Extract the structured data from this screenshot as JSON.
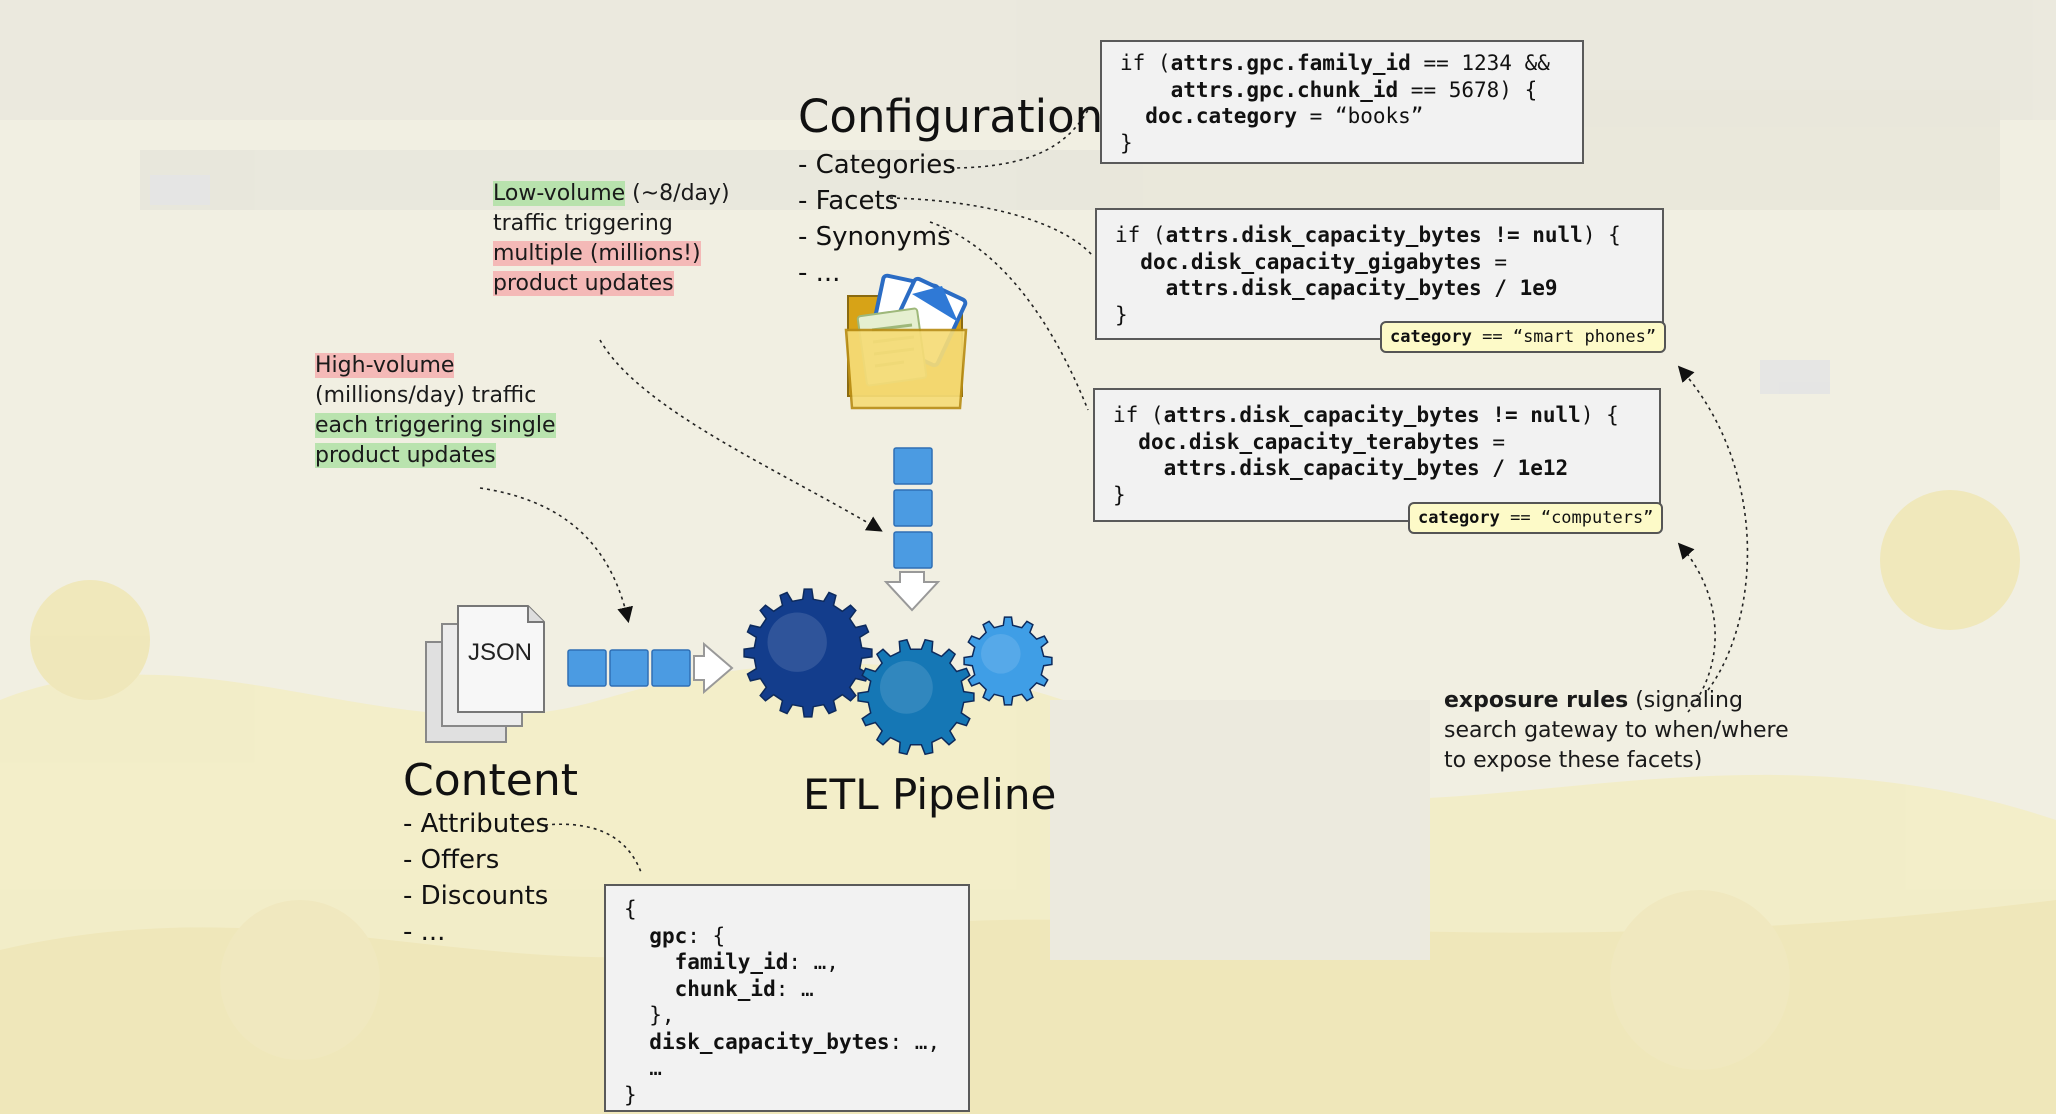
{
  "configuration": {
    "title": "Configuration",
    "items": [
      "Categories",
      "Facets",
      "Synonyms",
      "..."
    ]
  },
  "content": {
    "title": "Content",
    "items": [
      "Attributes",
      "Offers",
      "Discounts",
      "..."
    ]
  },
  "pipeline": {
    "title": "ETL Pipeline"
  },
  "json_icon": {
    "label": "JSON"
  },
  "low_volume_note": {
    "line1_a": "Low-volume",
    "line1_b": " (~8/day)",
    "line2": "traffic triggering",
    "line3": "multiple (millions!)",
    "line4": "product updates"
  },
  "high_volume_note": {
    "line1": "High-volume",
    "line2": "(millions/day) traffic",
    "line3": "each triggering single",
    "line4": "product updates"
  },
  "exposure_note": {
    "bold": "exposure rules",
    "line1_rest": " (signaling",
    "line2": "search gateway to when/where",
    "line3": "to expose these facets)"
  },
  "code_categories": {
    "l1_a": "if (",
    "l1_b": "attrs.gpc.family_id",
    "l1_c": " == 1234 &&",
    "l2_a": "    ",
    "l2_b": "attrs.gpc.chunk_id",
    "l2_c": " == 5678) {",
    "l3_a": "  ",
    "l3_b": "doc.category",
    "l3_c": " = “books”",
    "l4": "}"
  },
  "code_gigabytes": {
    "l1_a": "if (",
    "l1_b": "attrs.disk_capacity_bytes != null",
    "l1_c": ") {",
    "l2_a": "  ",
    "l2_b": "doc.disk_capacity_gigabytes",
    "l2_c": " =",
    "l3_a": "    ",
    "l3_b": "attrs.disk_capacity_bytes / 1e9",
    "l4": "}"
  },
  "code_terabytes": {
    "l1_a": "if (",
    "l1_b": "attrs.disk_capacity_bytes != null",
    "l1_c": ") {",
    "l2_a": "  ",
    "l2_b": "doc.disk_capacity_terabytes",
    "l2_c": " =",
    "l3_a": "    ",
    "l3_b": "attrs.disk_capacity_bytes / 1e12",
    "l4": "}"
  },
  "tag_smartphones": {
    "key": "category",
    "rest": " == “smart phones”"
  },
  "tag_computers": {
    "key": "category",
    "rest": " == “computers”"
  },
  "code_json": {
    "l1": "{",
    "l2_a": "  ",
    "l2_b": "gpc",
    "l2_c": ": {",
    "l3_a": "    ",
    "l3_b": "family_id",
    "l3_c": ": …,",
    "l4_a": "    ",
    "l4_b": "chunk_id",
    "l4_c": ": …",
    "l5": "  },",
    "l6_a": "  ",
    "l6_b": "disk_capacity_bytes",
    "l6_c": ": …,",
    "l7": "  …",
    "l8": "}"
  },
  "colors": {
    "gear_dark": "#133d8c",
    "gear_mid": "#1577b5",
    "gear_light": "#3f9ee6",
    "block_blue": "#4b9be2",
    "tag_bg": "#fdfac8",
    "code_bg": "#f2f2f2",
    "highlight_green": "#afe1a5",
    "highlight_red": "#f5afaf"
  },
  "icons": [
    "folder-icon",
    "json-document-icon",
    "gear-icon",
    "flow-arrow-icon"
  ]
}
